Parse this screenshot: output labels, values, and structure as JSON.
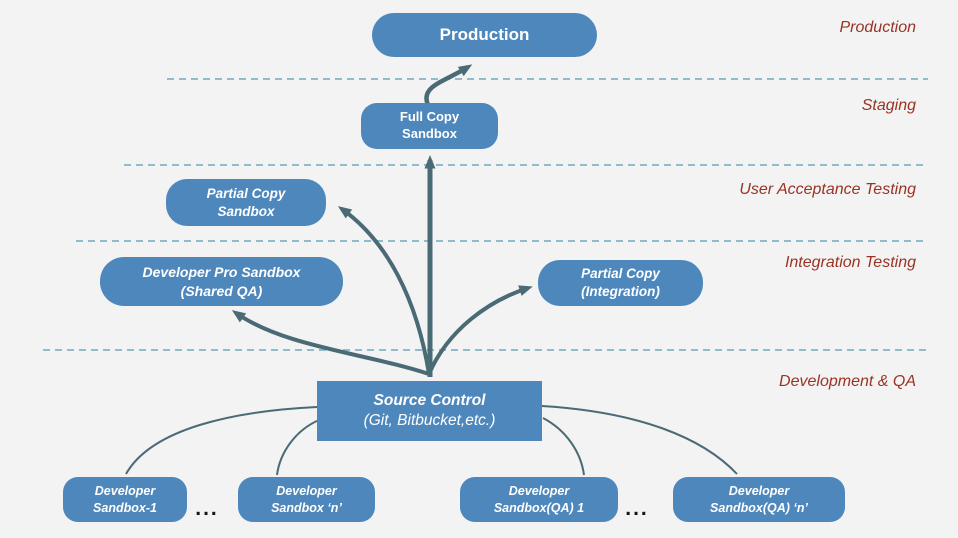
{
  "diagram": {
    "title_implicit": "Sandbox / environment promotion diagram",
    "nodes": {
      "production": {
        "label": "Production"
      },
      "full_copy": {
        "line1": "Full Copy",
        "line2": "Sandbox"
      },
      "partial_copy_uat": {
        "line1": "Partial Copy",
        "line2": "Sandbox"
      },
      "dev_pro": {
        "line1": "Developer Pro Sandbox",
        "line2": "(Shared QA)"
      },
      "partial_copy_int": {
        "line1": "Partial Copy",
        "line2": "(Integration)"
      },
      "source_control": {
        "line1": "Source Control",
        "line2": "(Git, Bitbucket,etc.)"
      },
      "dev_sandbox_1": {
        "line1": "Developer",
        "line2": "Sandbox-1"
      },
      "dev_sandbox_n": {
        "line1": "Developer",
        "line2": "Sandbox ‘n’"
      },
      "dev_sandbox_qa_1": {
        "line1": "Developer",
        "line2": "Sandbox(QA) 1"
      },
      "dev_sandbox_qa_n": {
        "line1": "Developer",
        "line2": "Sandbox(QA) ‘n’"
      }
    },
    "tiers": {
      "production": "Production",
      "staging": "Staging",
      "uat": "User Acceptance Testing",
      "integration": "Integration Testing",
      "dev_qa": "Development & QA"
    },
    "ellipsis": "...",
    "edges": [
      {
        "from": "full-copy-sandbox",
        "to": "production"
      },
      {
        "from": "source-control",
        "to": "full-copy-sandbox"
      },
      {
        "from": "source-control",
        "to": "partial-copy-sandbox"
      },
      {
        "from": "source-control",
        "to": "developer-pro-sandbox"
      },
      {
        "from": "source-control",
        "to": "partial-copy-integration"
      },
      {
        "from": "source-control",
        "to": "developer-sandbox-1"
      },
      {
        "from": "source-control",
        "to": "developer-sandbox-n"
      },
      {
        "from": "source-control",
        "to": "developer-sandbox-qa-1"
      },
      {
        "from": "source-control",
        "to": "developer-sandbox-qa-n"
      }
    ],
    "colors": {
      "background": "#f2f3f2",
      "node_blue": "#4e87bc",
      "node_text": "#ffffff",
      "arrow": "#4a6a75",
      "dashed_separator": "#8fbcca",
      "tier_label": "#9a3324",
      "ellipsis_dots": "#141414"
    }
  }
}
